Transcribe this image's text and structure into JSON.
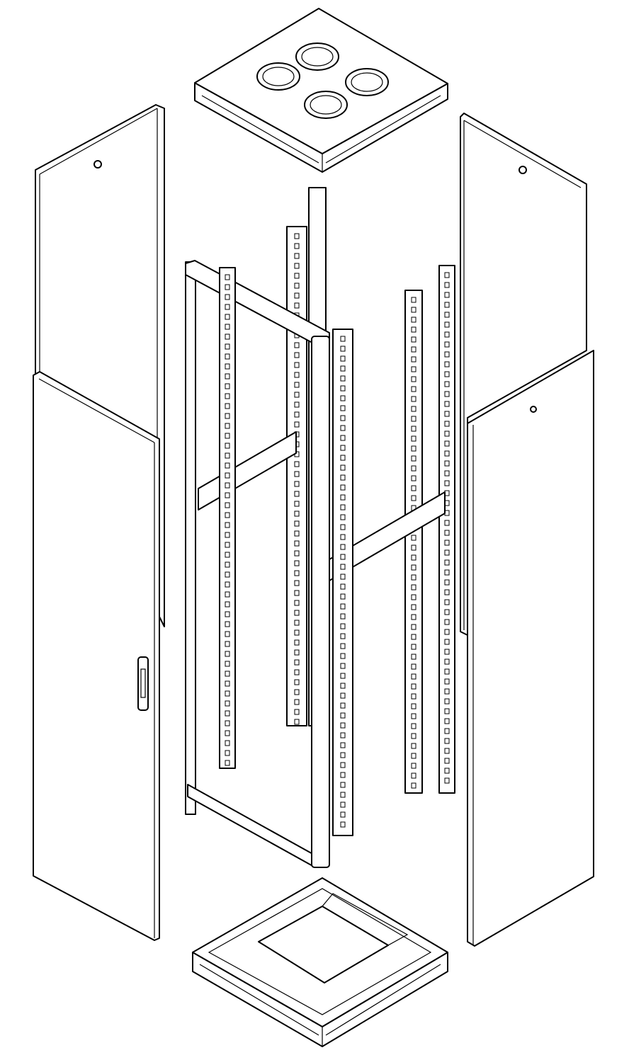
{
  "diagram": {
    "colors": {
      "stroke": "#000000",
      "fill": "#ffffff",
      "background": "#ffffff"
    },
    "parts": [
      "top-cover",
      "left-side-panel-upper",
      "front-door",
      "right-side-panel-upper",
      "right-side-panel-lower",
      "frame",
      "mounting-rails",
      "base"
    ],
    "top_cover_fan_count": 4
  }
}
